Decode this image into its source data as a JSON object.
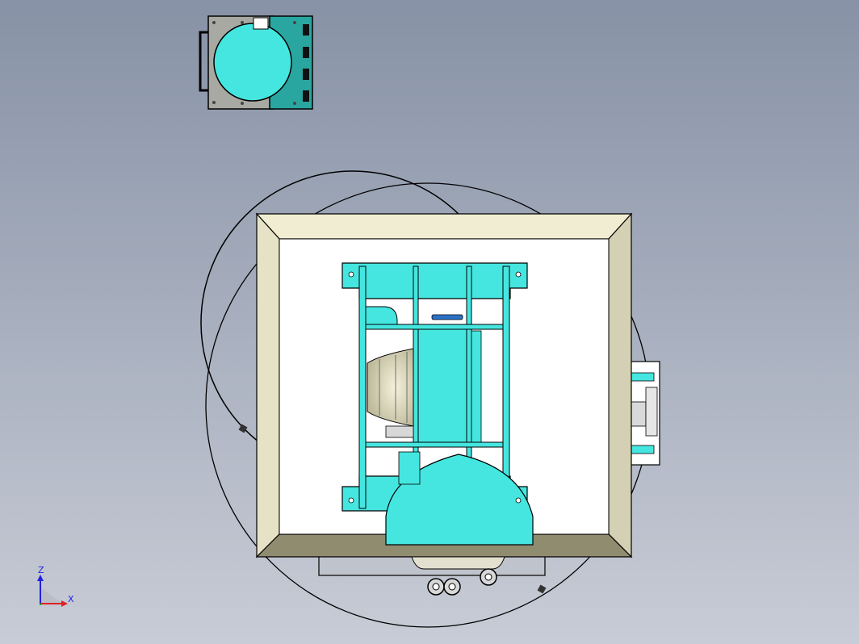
{
  "viewport": {
    "background_top": "#8792a6",
    "background_bottom": "#c8ccd6"
  },
  "colors": {
    "cyan": "#45e6e0",
    "teal": "#2aa6a0",
    "frame_light": "#e8e4c8",
    "frame_dark": "#8f8c70",
    "frame_side": "#d6d2b6",
    "edge": "#000000",
    "panel_gray": "#a6a6a0",
    "bay_white": "#ffffff",
    "axis_x": "#d22",
    "axis_y": "#2a2",
    "axis_z": "#22d"
  },
  "triad": {
    "z_label": "Z",
    "x_label": "X"
  },
  "parts": [
    {
      "name": "control-cabinet",
      "icon": "cabinet-icon"
    },
    {
      "name": "turntable-outline",
      "icon": "circle-outline-icon"
    },
    {
      "name": "enclosure-frame",
      "icon": "frame-icon"
    },
    {
      "name": "fixture-rack",
      "icon": "rack-icon"
    },
    {
      "name": "side-bracket",
      "icon": "bracket-icon"
    },
    {
      "name": "drive-gears",
      "icon": "gear-icon"
    }
  ]
}
